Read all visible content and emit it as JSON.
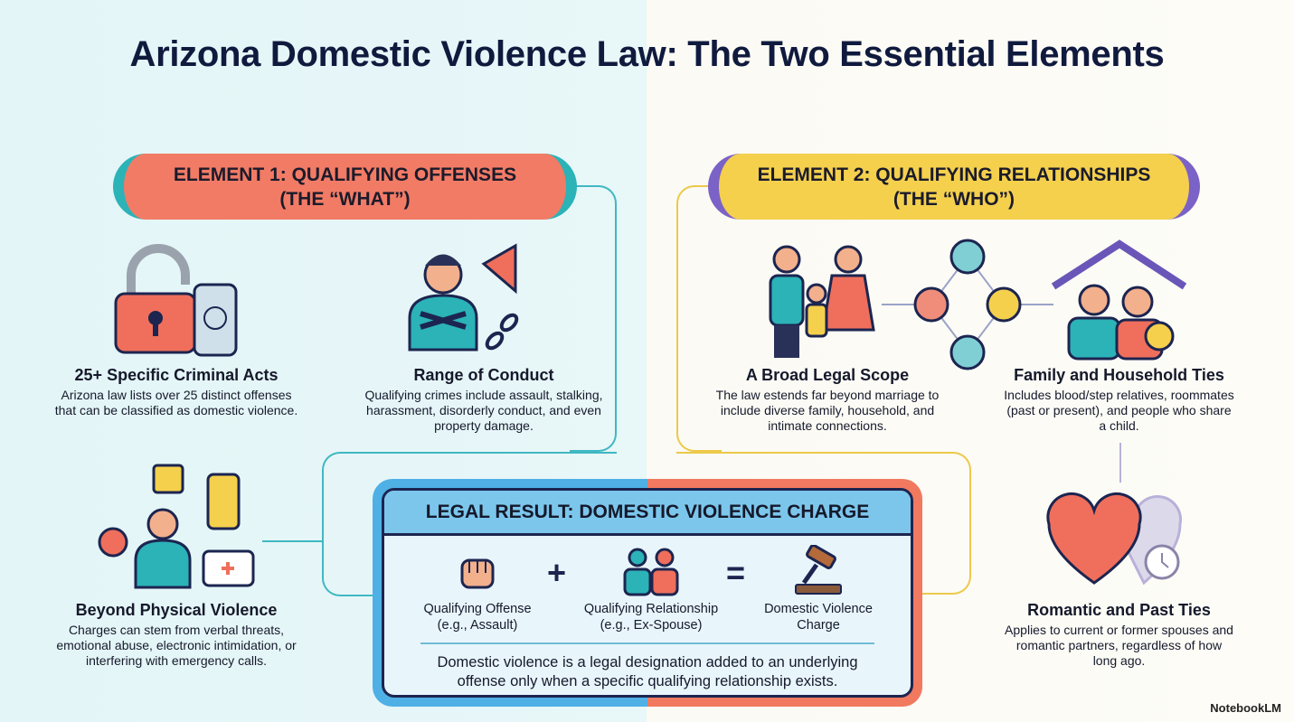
{
  "title": "Arizona Domestic Violence Law: The Two Essential Elements",
  "element1": {
    "line1": "ELEMENT 1:  QUALIFYING OFFENSES",
    "line2": "(THE “WHAT”)",
    "color": "#f27b66"
  },
  "element2": {
    "line1": "ELEMENT 2: QUALIFYING RELATIONSHIPS",
    "line2": "(THE “WHO”)",
    "color": "#f4d04d"
  },
  "blocks": [
    {
      "title": "25+ Specific Criminal Acts",
      "desc": "Arizona law lists over 25 distinct offenses that can be classified as domestic violence."
    },
    {
      "title": "Range of Conduct",
      "desc": "Qualifying crimes include assault, stalking, harassment, disorderly conduct, and even property damage."
    },
    {
      "title": "Beyond Physical Violence",
      "desc": "Charges can stem from verbal threats, emotional abuse, electronic intimidation, or interfering with emergency calls."
    },
    {
      "title": "A Broad Legal Scope",
      "desc": "The law estends far beyond marriage to include diverse family, household, and intimate connections."
    },
    {
      "title": "Family and Household Ties",
      "desc": "Includes blood/step relatives, roommates (past or present), and people who share a child."
    },
    {
      "title": "Romantic and Past Ties",
      "desc": "Applies to current or former spouses and romantic partners, regardless of how long ago."
    }
  ],
  "result": {
    "header": "LEGAL RESULT: DOMESTIC VIOLENCE CHARGE",
    "plus": "+",
    "equals": "=",
    "items": [
      {
        "l1": "Qualifying Offense",
        "l2": "(e.g., Assault)"
      },
      {
        "l1": "Qualifying Relationship",
        "l2": "(e.g., Ex-Spouse)"
      },
      {
        "l1": "Domestic Violence",
        "l2": "Charge"
      }
    ],
    "footnote": "Domestic violence is a legal designation added to an underlying offense only when a specific qualifying relationship exists."
  },
  "brand": "NotebookLM"
}
